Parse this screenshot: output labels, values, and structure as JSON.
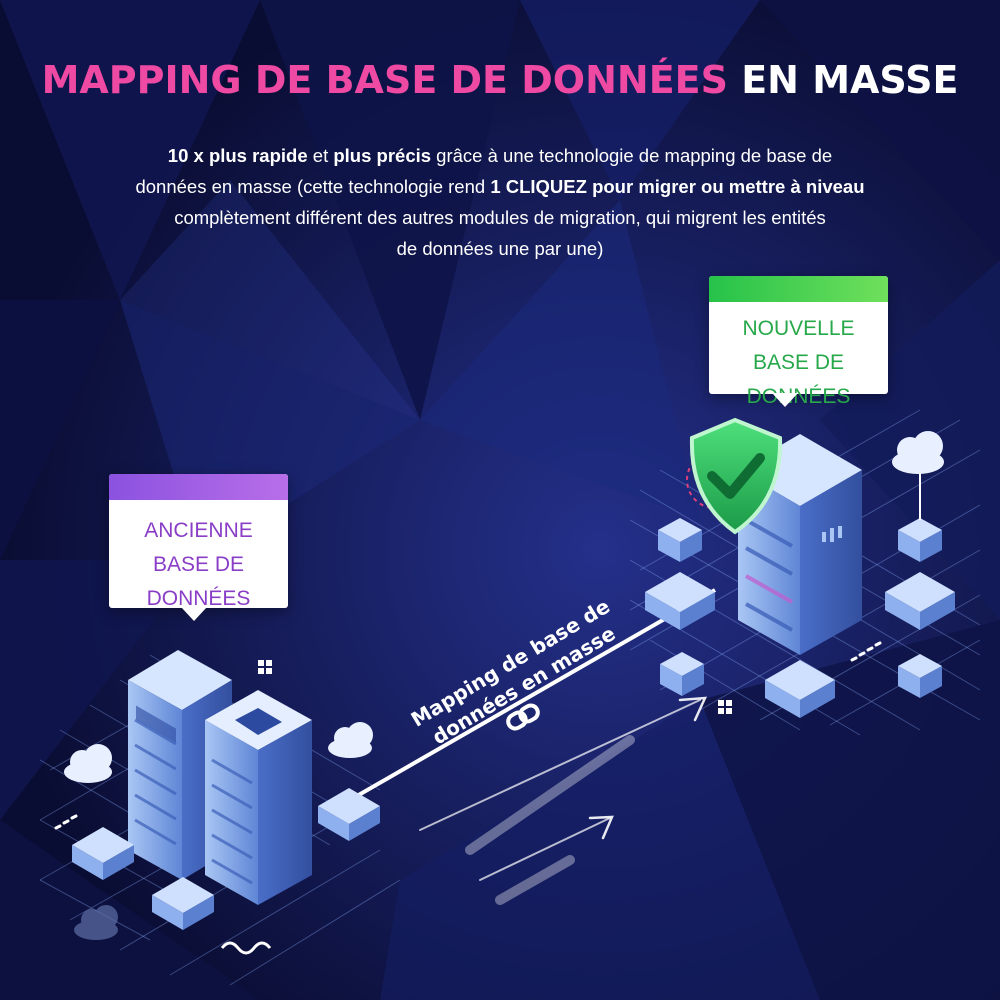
{
  "title": {
    "part1": "MAPPING DE BASE DE DONNÉES",
    "part2": "EN MASSE"
  },
  "description": {
    "line1_b1": "10 x plus rapide",
    "line1_t1": " et ",
    "line1_b2": "plus précis",
    "line1_t2": " grâce à une technologie de mapping de base de",
    "line2_t1": "données en masse (cette technologie rend ",
    "line2_b1": "1 CLIQUEZ pour migrer ou mettre à niveau",
    "line3": "complètement différent des autres modules de migration, qui migrent les entités",
    "line4": "de données une par une)"
  },
  "labels": {
    "old_db": "ANCIENNE BASE DE DONNÉES",
    "new_db": "NOUVELLE BASE DE DONNÉES"
  },
  "arrow_label": "Mapping de base de données en masse",
  "icons": {
    "link": "link-icon",
    "shield": "shield-check-icon",
    "cloud": "cloud-icon",
    "server": "server-rack-icon"
  },
  "colors": {
    "background": "#0b0f3a",
    "title_pink": "#ee4aa3",
    "old_label": "#8a3ec7",
    "new_label": "#27a84a",
    "server_blue": "#7ea8e8",
    "shield_green": "#2fc862"
  }
}
